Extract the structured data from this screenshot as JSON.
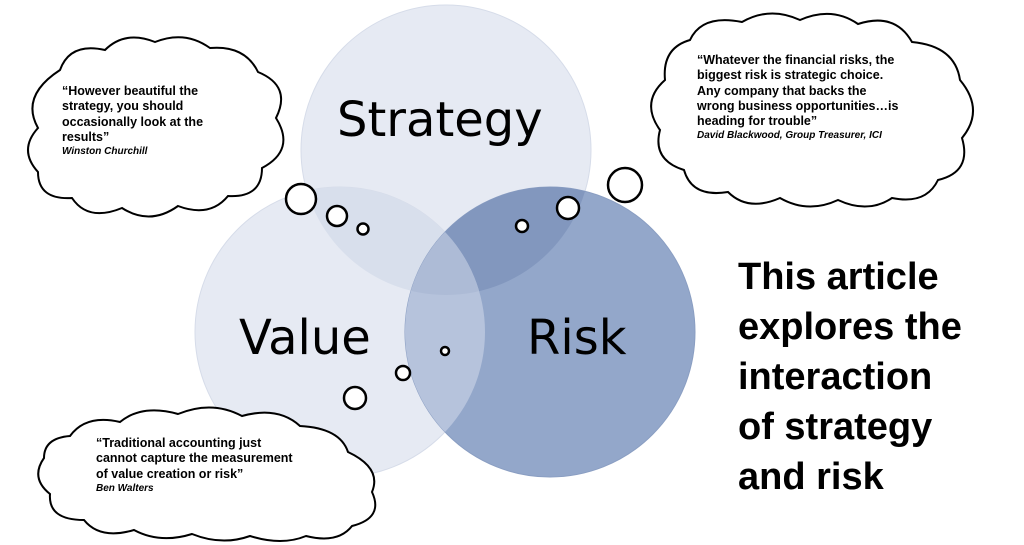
{
  "venn": {
    "circles": [
      {
        "label": "Strategy",
        "fill": "#dde3ef"
      },
      {
        "label": "Value",
        "fill": "#dde3ef"
      },
      {
        "label": "Risk",
        "fill": "#8ea3c7"
      }
    ]
  },
  "quotes": {
    "churchill": {
      "lines": [
        "“However beautiful the",
        "strategy, you should",
        "occasionally look at the",
        "results”"
      ],
      "author": "Winston Churchill"
    },
    "blackwood": {
      "lines": [
        "“Whatever the financial risks, the",
        "biggest risk is strategic choice.",
        "Any company that backs the",
        "wrong business opportunities…is",
        "heading for trouble”"
      ],
      "author": "David Blackwood, Group Treasurer, ICI"
    },
    "walters": {
      "lines": [
        "“Traditional accounting just",
        "cannot capture the measurement",
        "of value creation or risk”"
      ],
      "author": "Ben Walters"
    }
  },
  "article": {
    "lines": [
      "This article",
      "explores the",
      "interaction",
      "of strategy",
      "and risk"
    ]
  },
  "colors": {
    "outline": "#000000",
    "circle_light": "#dde3ef",
    "circle_risk": "#8ea3c7"
  }
}
